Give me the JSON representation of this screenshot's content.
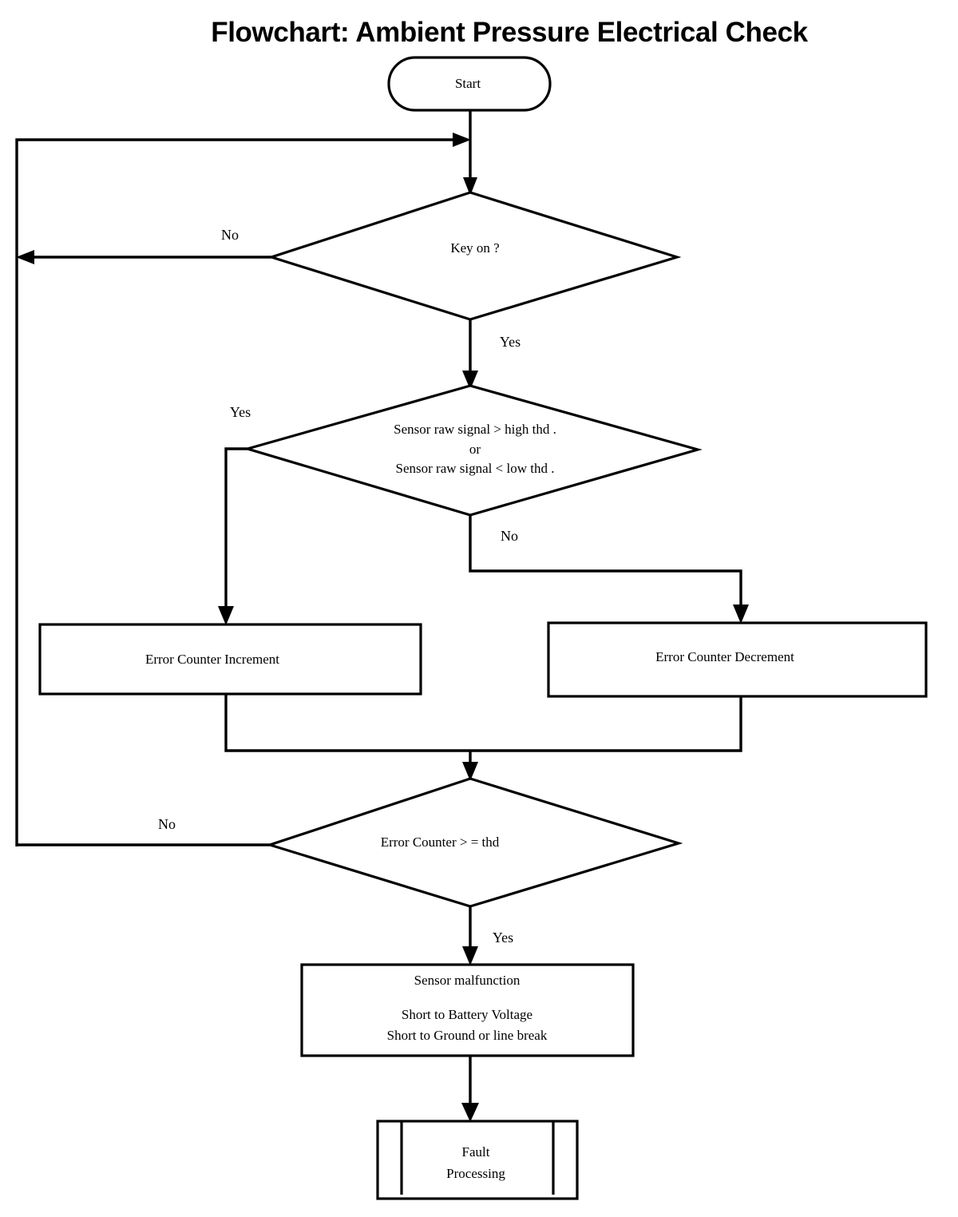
{
  "title": "Flowchart:  Ambient Pressure Electrical Check",
  "colors": {
    "background": "#ffffff",
    "stroke": "#000000",
    "text": "#000000"
  },
  "nodes": {
    "start": {
      "shape": "terminator",
      "label": "Start"
    },
    "key_on": {
      "shape": "decision",
      "label": "Key on ?"
    },
    "threshold_check": {
      "shape": "decision",
      "line1": "Sensor raw signal > high thd     .",
      "line2": "or",
      "line3": "Sensor    raw signal < low thd  ."
    },
    "error_counter_increment": {
      "shape": "process",
      "label": "Error Counter Increment"
    },
    "error_counter_decrement": {
      "shape": "process",
      "label": "Error Counter Decrement"
    },
    "error_counter_threshold": {
      "shape": "decision",
      "label": "Error Counter > = thd"
    },
    "sensor_malfunction": {
      "shape": "process",
      "line1": "Sensor malfunction",
      "line2": "Short to Battery Voltage",
      "line3": "Short to Ground or  line break"
    },
    "fault_processing": {
      "shape": "predefined-process",
      "line1": "Fault",
      "line2": "Processing"
    }
  },
  "edge_labels": {
    "key_on_no": "No",
    "key_on_yes": "Yes",
    "threshold_yes": "Yes",
    "threshold_no": "No",
    "counter_no": "No",
    "counter_yes": "Yes"
  }
}
